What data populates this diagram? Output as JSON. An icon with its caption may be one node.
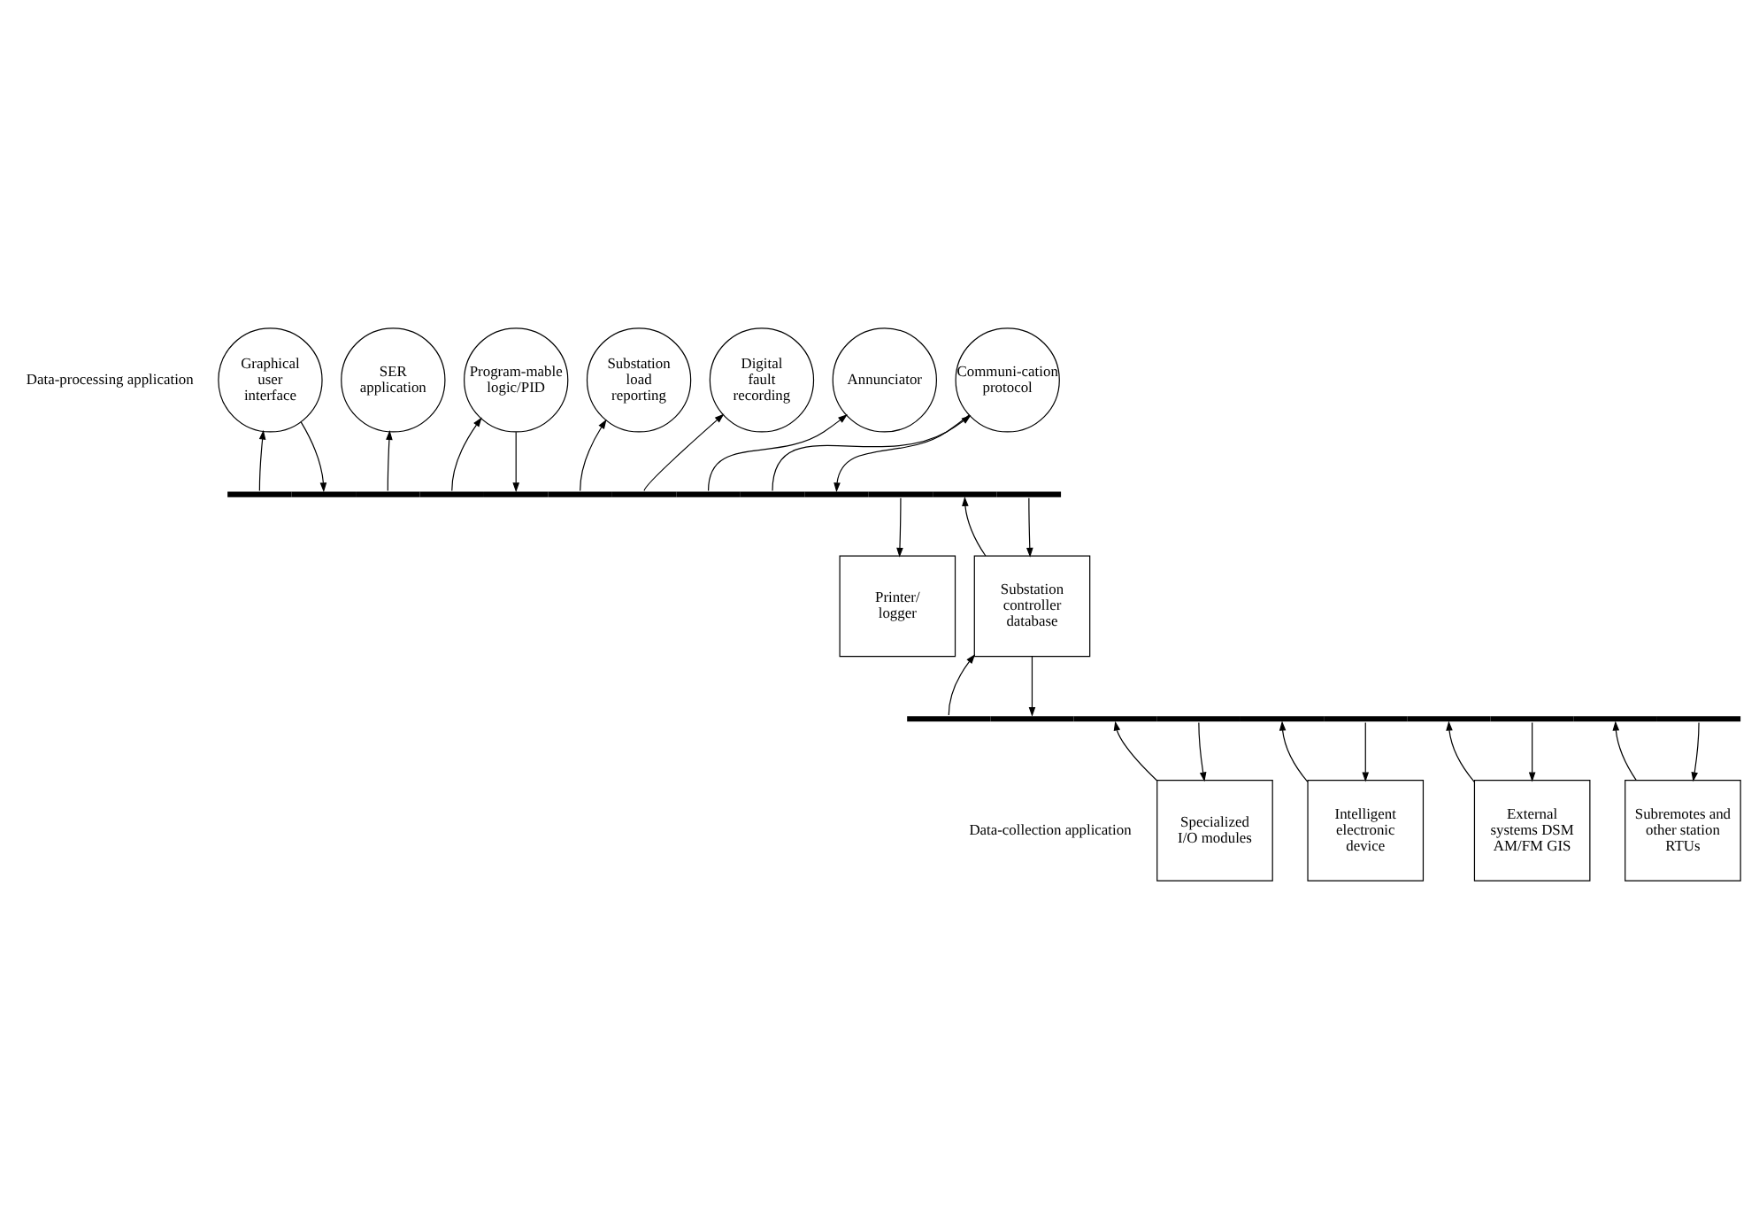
{
  "diagram": {
    "nodes": [
      {
        "text": [
          "Graphical user interface"
        ]
      },
      {
        "text": [
          "SER application"
        ]
      },
      {
        "text": [
          "Program-mable logic/PID"
        ]
      },
      {
        "text": [
          "Substation load reporting"
        ]
      },
      {
        "text": [
          "Digital fault recording"
        ]
      },
      {
        "text": [
          "Annunciator"
        ]
      },
      {
        "text": [
          "Communi-cation protocol"
        ]
      },
      {
        "text": [],
        "shape": "bar"
      },
      {
        "text": [
          "Printer/ logger"
        ]
      },
      {
        "text": [
          "Substation controller database"
        ]
      },
      {
        "text": [],
        "shape": "bar"
      },
      {
        "text": [
          "Specialized I/O modules"
        ]
      },
      {
        "text": [
          "Intelligent electronic device"
        ]
      },
      {
        "text": [
          "External systems DSM AM/FM GIS"
        ]
      },
      {
        "text": [
          "Subremotes and other station RTUs"
        ]
      }
    ],
    "edges": [
      {
        "from": 7,
        "to": 0,
        "arrow": "to"
      },
      {
        "from": 0,
        "to": 7,
        "arrow": "to"
      },
      {
        "from": 7,
        "to": 1,
        "arrow": "to"
      },
      {
        "from": 7,
        "to": 2,
        "arrow": "to"
      },
      {
        "from": 2,
        "to": 7,
        "arrow": "to"
      },
      {
        "from": 7,
        "to": 3,
        "arrow": "to"
      },
      {
        "from": 7,
        "to": 4,
        "arrow": "to"
      },
      {
        "from": 7,
        "to": 5,
        "arrow": "to"
      },
      {
        "from": 7,
        "to": 6,
        "arrow": "to"
      },
      {
        "from": 6,
        "to": 7,
        "arrow": "to"
      },
      {
        "from": 7,
        "to": 8,
        "arrow": "to"
      },
      {
        "from": 9,
        "to": 7,
        "arrow": "to"
      },
      {
        "from": 7,
        "to": 9,
        "arrow": "to"
      },
      {
        "from": 10,
        "to": 9,
        "arrow": "to"
      },
      {
        "from": 9,
        "to": 10,
        "arrow": "to"
      },
      {
        "from": 11,
        "to": 10,
        "arrow": "to"
      },
      {
        "from": 10,
        "to": 11,
        "arrow": "to"
      },
      {
        "from": 12,
        "to": 10,
        "arrow": "to"
      },
      {
        "from": 10,
        "to": 12,
        "arrow": "to"
      },
      {
        "from": 13,
        "to": 10,
        "arrow": "to"
      },
      {
        "from": 10,
        "to": 13,
        "arrow": "to"
      },
      {
        "from": 14,
        "to": 10,
        "arrow": "to"
      },
      {
        "from": 10,
        "to": 14,
        "arrow": "to"
      }
    ],
    "labels": [
      "Data-processing application",
      "Data-collection application"
    ]
  }
}
